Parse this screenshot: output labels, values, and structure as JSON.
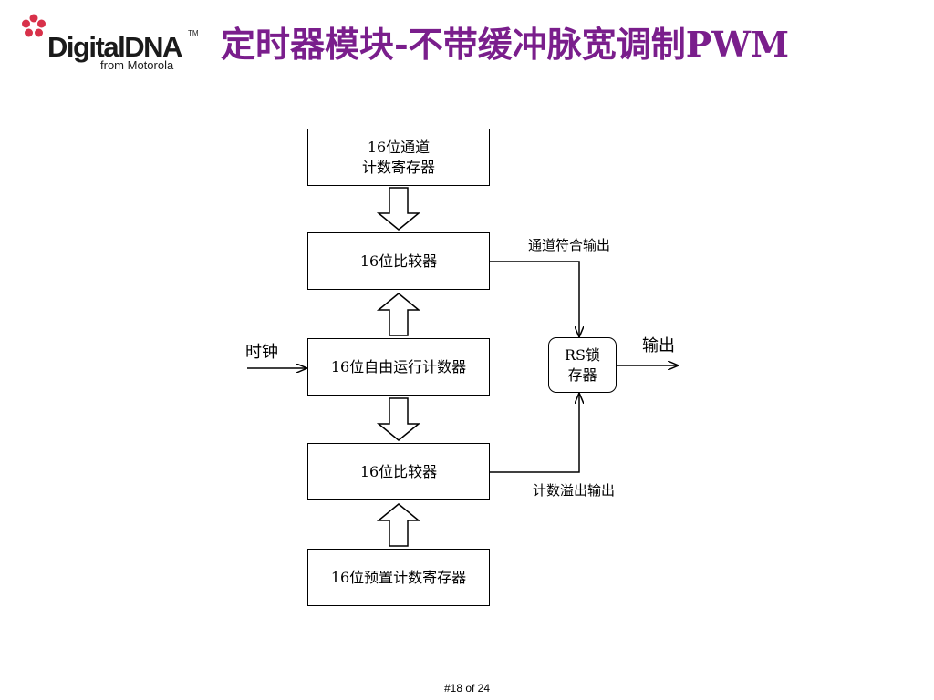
{
  "logo": {
    "brand": "DigitalDNA",
    "trademark": "TM",
    "tagline": "from Motorola"
  },
  "title": "定时器模块-不带缓冲脉宽调制PWM",
  "diagram": {
    "boxes": {
      "channel_register": {
        "line1": "16位通道",
        "line2": "计数寄存器"
      },
      "comparator_top": "16位比较器",
      "free_running_counter": "16位自由运行计数器",
      "comparator_bottom": "16位比较器",
      "preset_register": "16位预置计数寄存器",
      "rs_latch": {
        "line1": "RS锁",
        "line2": "存器"
      }
    },
    "labels": {
      "channel_match_output": "通道符合输出",
      "clock": "时钟",
      "output": "输出",
      "count_overflow_output": "计数溢出输出"
    }
  },
  "footer": {
    "page": "#18 of 24"
  },
  "colors": {
    "title": "#7a1e8c",
    "logo_flower": "#d8314a"
  }
}
